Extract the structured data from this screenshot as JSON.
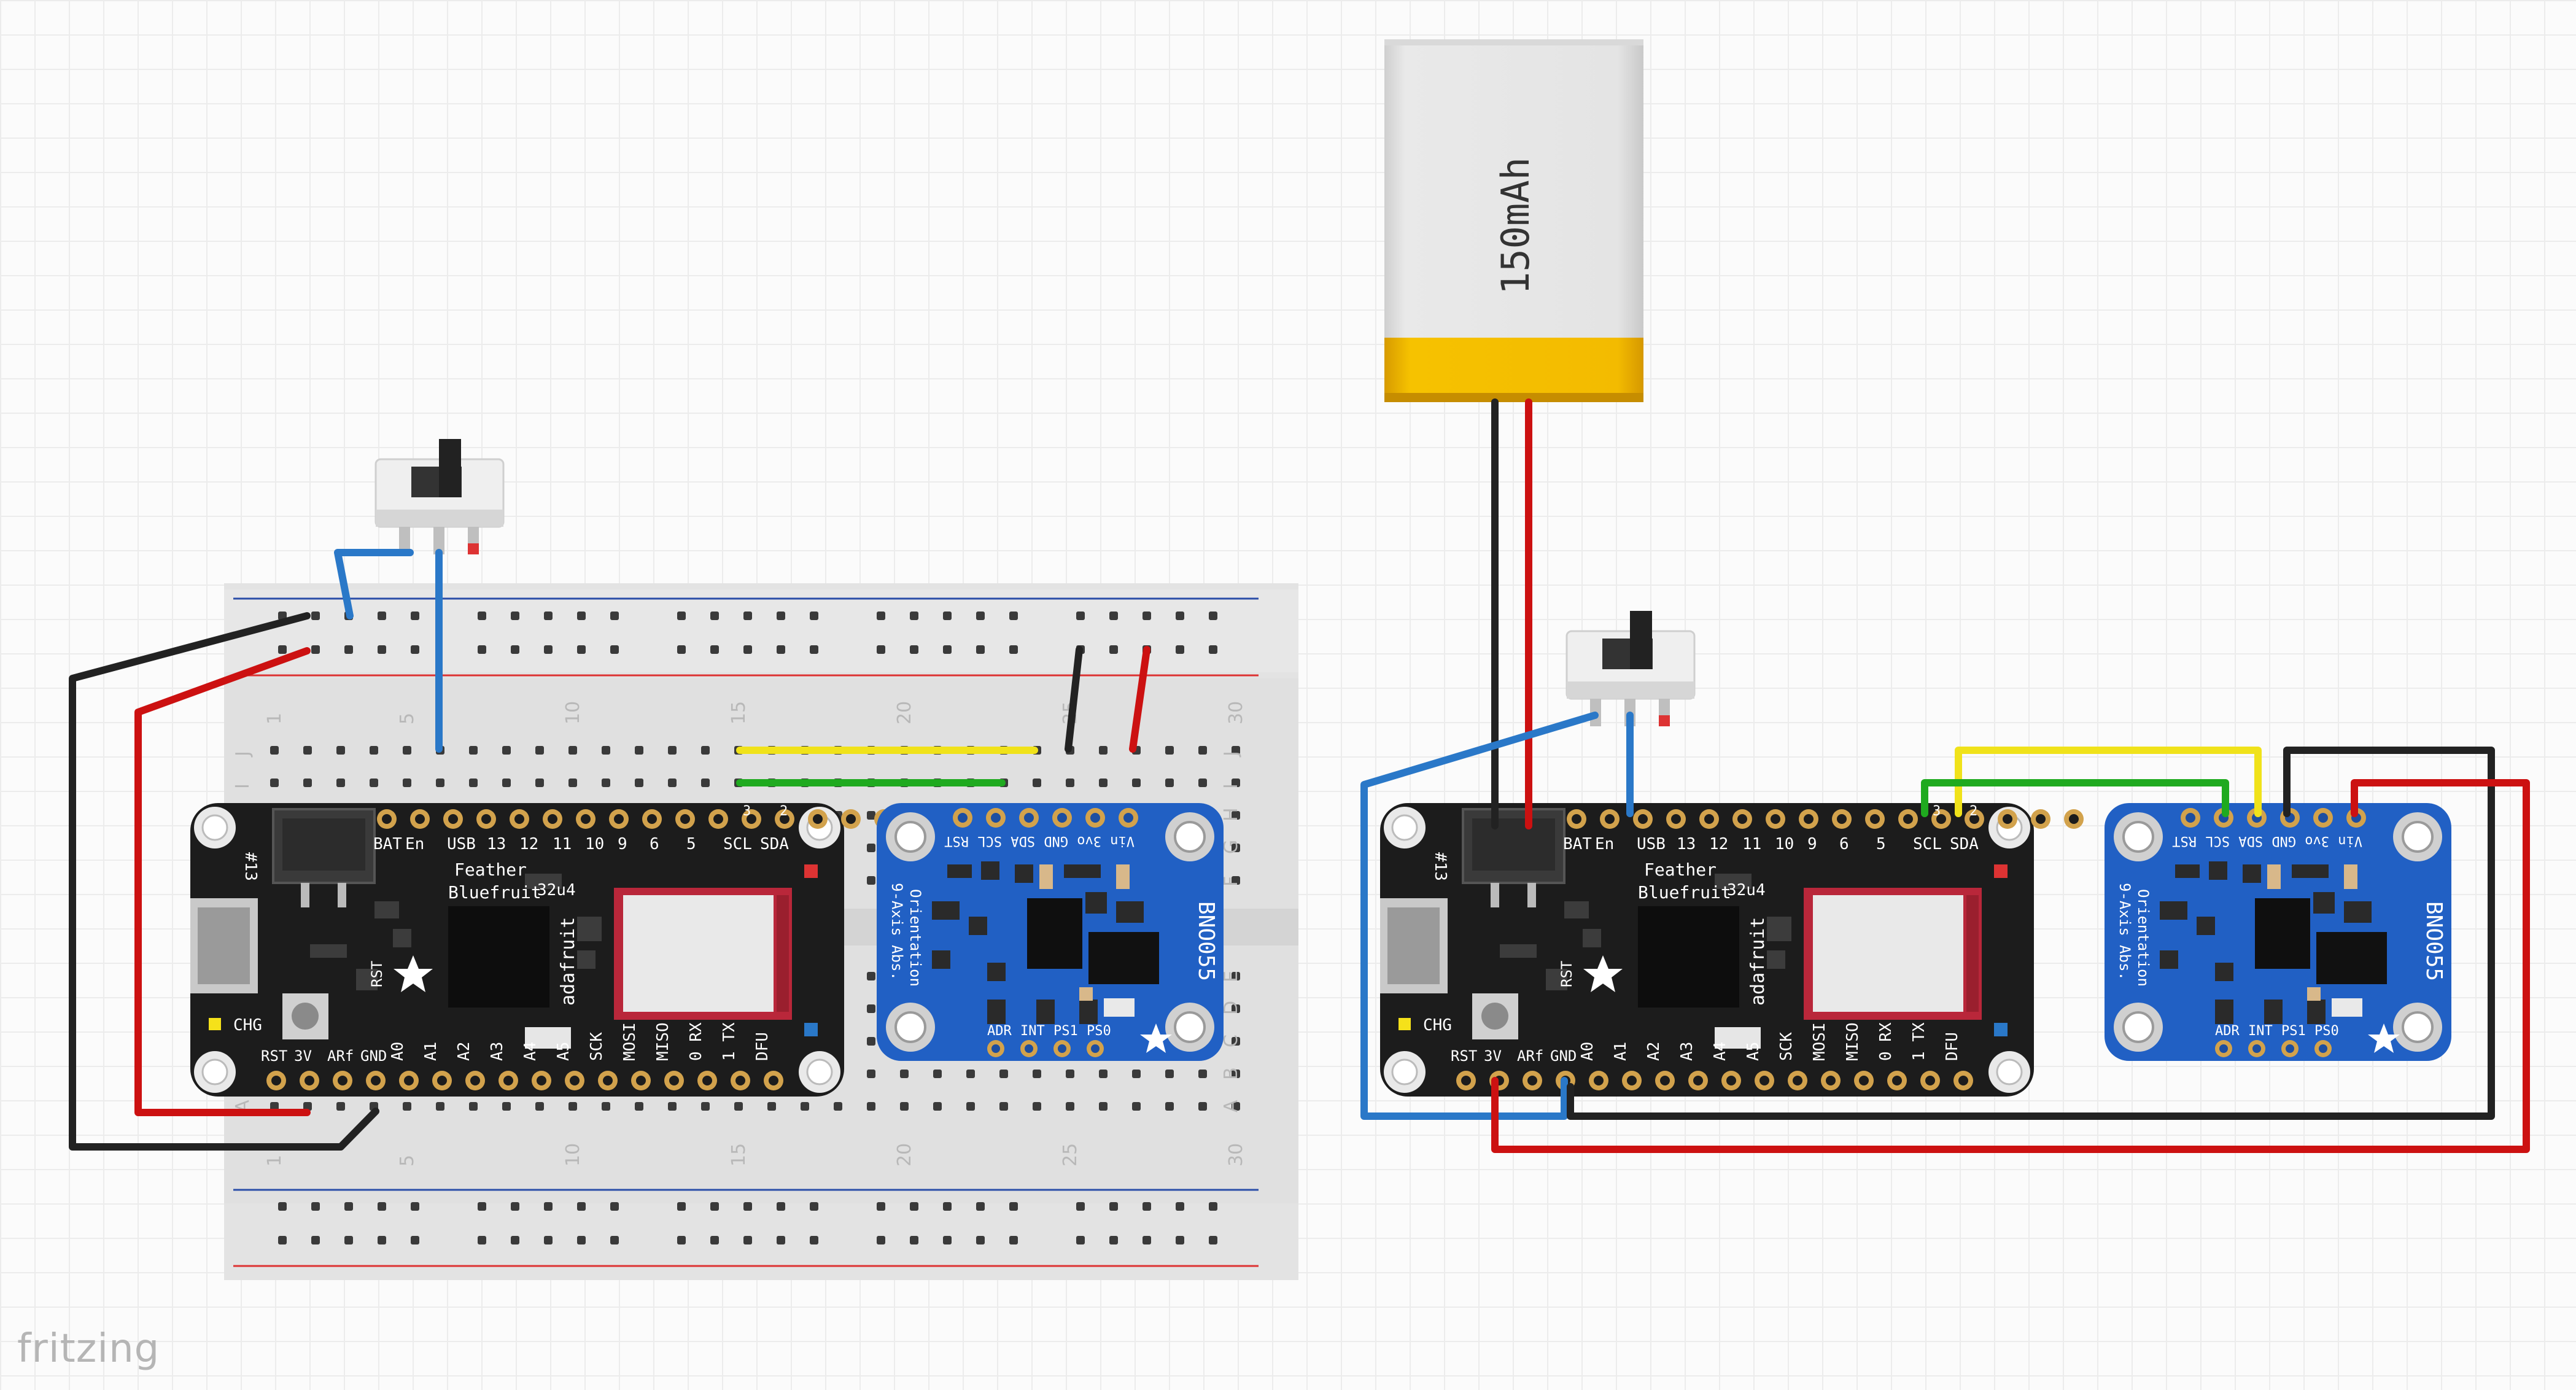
{
  "brand": "fritzing",
  "battery": {
    "capacity_label": "150mAh"
  },
  "feather": {
    "name_line1": "Feather",
    "name_line2": "Bluefruit",
    "chip": "32u4",
    "brand": "adafruit",
    "led_label": "#13",
    "chg_label": "CHG",
    "rst_label": "RST",
    "top_pins": [
      "BAT",
      "En",
      "USB",
      "13",
      "12",
      "11",
      "10",
      "9",
      "6",
      "5",
      "SCL",
      "SDA"
    ],
    "top_sub": [
      "3",
      "2"
    ],
    "bottom_pins": [
      "RST",
      "3V",
      "ARf",
      "GND",
      "A0",
      "A1",
      "A2",
      "A3",
      "A4",
      "A5",
      "SCK",
      "MOSI",
      "MISO",
      "0 RX",
      "1 TX",
      "DFU"
    ]
  },
  "bno055": {
    "title": "BNO055",
    "subtitle_line1": "9-Axis Abs.",
    "subtitle_line2": "Orientation",
    "top_pins": [
      "RST",
      "SCL",
      "SDA",
      "GND",
      "3vo",
      "Vin"
    ],
    "bottom_pins": [
      "ADR",
      "INT",
      "PS1",
      "PS0"
    ]
  },
  "breadboard": {
    "col_labels": [
      "1",
      "5",
      "10",
      "15",
      "20",
      "25",
      "30"
    ],
    "row_labels_top": [
      "J",
      "I",
      "H",
      "G",
      "F"
    ],
    "row_labels_bottom": [
      "E",
      "D",
      "C",
      "B",
      "A"
    ]
  },
  "colors": {
    "wire_red": "#cc1111",
    "wire_black": "#222222",
    "wire_blue": "#2a78c8",
    "wire_yellow": "#f0e21a",
    "wire_green": "#1faa1f",
    "pcb_black": "#1c1c1c",
    "pcb_blue": "#2160c4",
    "battery_gold": "#f3b800"
  }
}
